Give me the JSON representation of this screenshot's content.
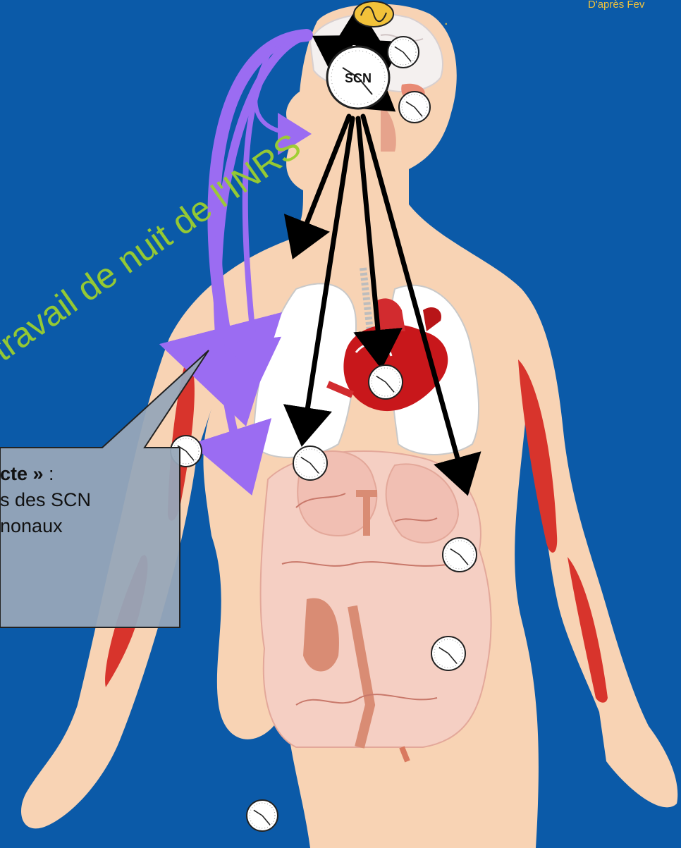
{
  "credit": "D'après Fev",
  "scn_label": "SCN",
  "watermark": "e travail de nuit de l'INRS",
  "callout": {
    "line1_bold": "cte »",
    "line1_rest": " :",
    "line2": "s des SCN",
    "line3": "",
    "line4": "nonaux"
  },
  "colors": {
    "background": "#0b5aa8",
    "skin": "#f8d3b4",
    "arrow_purple": "#9b6cf2",
    "arrow_black": "#000000",
    "muscle": "#d8342c",
    "heart": "#c8171b",
    "watermark": "#9ccf2e",
    "credit": "#f2c23a",
    "callout_fill": "#97a6b8"
  },
  "icons": [
    "clock-icon",
    "wave-icon"
  ]
}
